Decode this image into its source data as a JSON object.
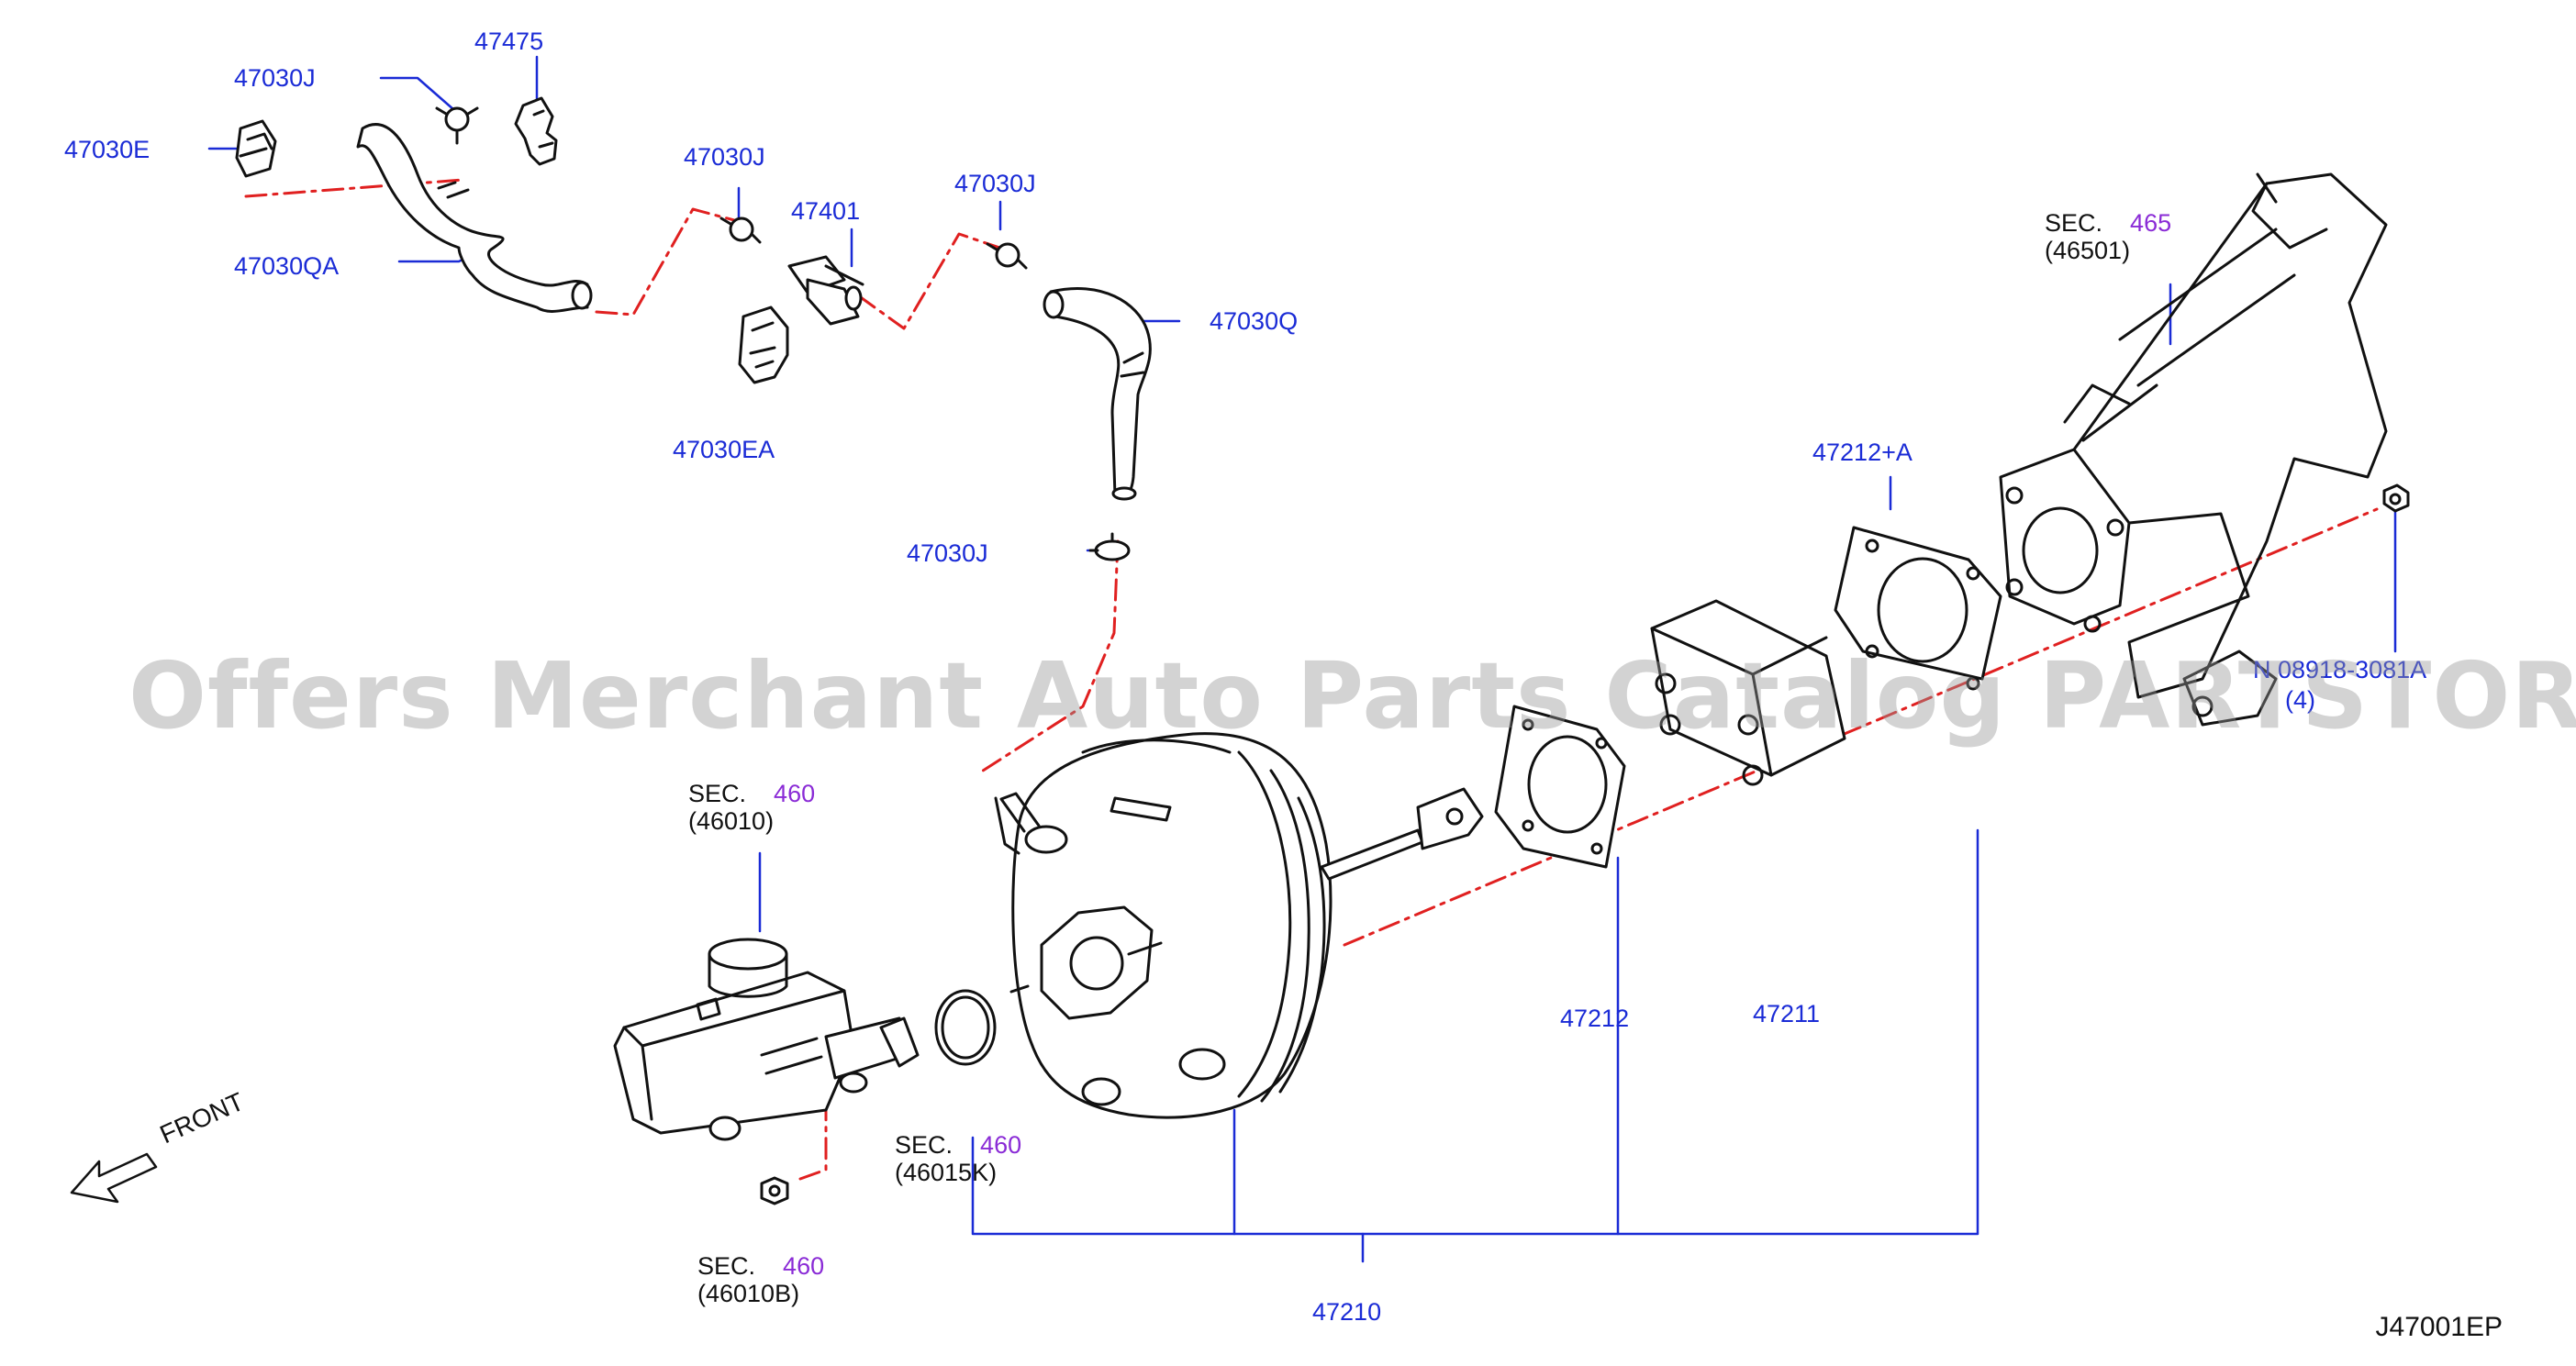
{
  "labels": {
    "p47475": "47475",
    "p47030J_a": "47030J",
    "p47030E": "47030E",
    "p47030QA": "47030QA",
    "p47030J_b": "47030J",
    "p47401": "47401",
    "p47030EA": "47030EA",
    "p47030J_c": "47030J",
    "p47030Q": "47030Q",
    "p47030J_d": "47030J",
    "p47212A": "47212+A",
    "p47212": "47212",
    "p47211": "47211",
    "p47210": "47210",
    "p_nut": "N 08918-3081A",
    "p_nut_qty": "(4)"
  },
  "sections": {
    "s465": {
      "prefix": "SEC.",
      "num": "465",
      "code": "(46501)"
    },
    "s460_mc": {
      "prefix": "SEC.",
      "num": "460",
      "code": "(46010)"
    },
    "s460_oring": {
      "prefix": "SEC.",
      "num": "460",
      "code": "(46015K)"
    },
    "s460_nut": {
      "prefix": "SEC.",
      "num": "460",
      "code": "(46010B)"
    }
  },
  "front_label": "FRONT",
  "diagram_code": "J47001EP",
  "watermark": "Offers Merchant Auto Parts Catalog PARTSTORE.SA",
  "colors": {
    "label": "#1a2bd6",
    "section": "#8a2bd6",
    "dash": "#e02020",
    "outline": "#111111"
  }
}
